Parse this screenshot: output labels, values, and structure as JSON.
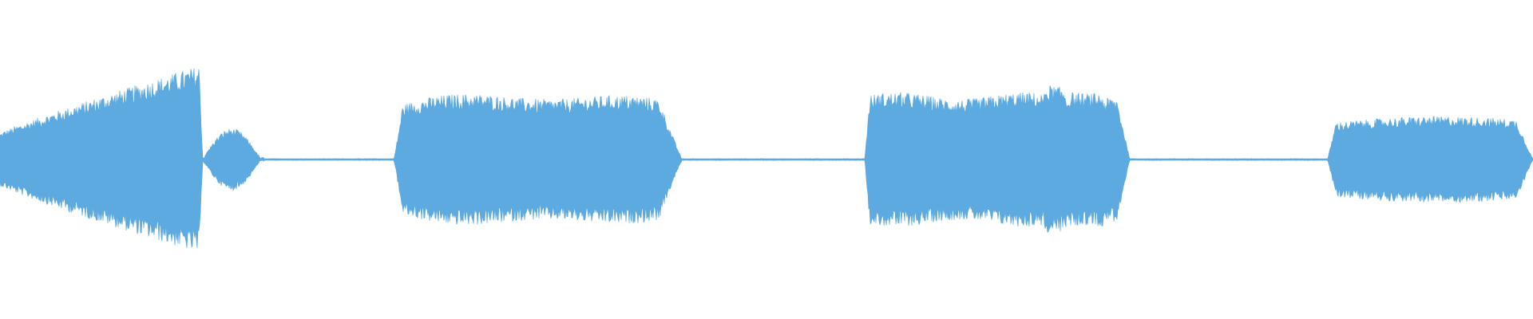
{
  "waveform": {
    "color": "#5DAAE0",
    "background": "#ffffff",
    "segments": [
      {
        "start": 0.0,
        "end": 0.132,
        "level": 0.55,
        "shape": "crescendo"
      },
      {
        "start": 0.132,
        "end": 0.172,
        "level": 0.18,
        "shape": "bump"
      },
      {
        "start": 0.172,
        "end": 0.257,
        "level": 0.0,
        "shape": "silence"
      },
      {
        "start": 0.257,
        "end": 0.445,
        "level": 0.38,
        "shape": "swell"
      },
      {
        "start": 0.445,
        "end": 0.564,
        "level": 0.0,
        "shape": "silence"
      },
      {
        "start": 0.564,
        "end": 0.737,
        "level": 0.42,
        "shape": "plateau"
      },
      {
        "start": 0.737,
        "end": 0.866,
        "level": 0.0,
        "shape": "silence"
      },
      {
        "start": 0.866,
        "end": 1.0,
        "level": 0.25,
        "shape": "taper"
      }
    ]
  }
}
